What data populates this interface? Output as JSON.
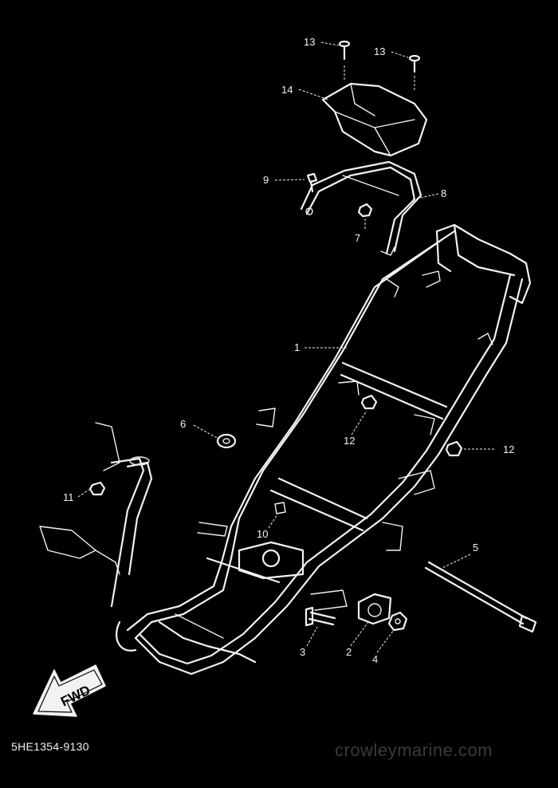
{
  "callouts": {
    "c1": "1",
    "c2": "2",
    "c3": "3",
    "c4": "4",
    "c5": "5",
    "c6": "6",
    "c7": "7",
    "c8": "8",
    "c9": "9",
    "c10": "10",
    "c11": "11",
    "c12a": "12",
    "c12b": "12",
    "c13a": "13",
    "c13b": "13",
    "c14": "14"
  },
  "fwd_label": "FWD",
  "diagram_code": "5HE1354-9130",
  "watermark": "crowleymarine.com",
  "colors": {
    "background": "#000000",
    "linework": "#f2f2f2",
    "watermark": "#3a3a3a"
  }
}
